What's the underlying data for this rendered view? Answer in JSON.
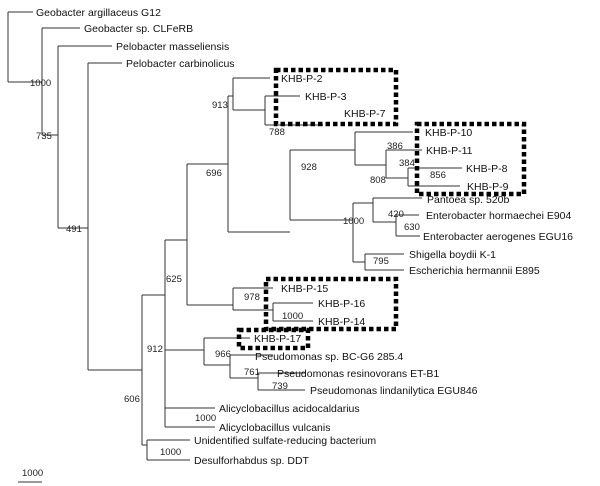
{
  "tree": {
    "taxa": [
      {
        "id": "t1",
        "label": "Geobacter argillaceus G12"
      },
      {
        "id": "t2",
        "label": "Geobacter sp. CLFeRB"
      },
      {
        "id": "t3",
        "label": "Pelobacter masseliensis"
      },
      {
        "id": "t4",
        "label": "Pelobacter carbinolicus"
      },
      {
        "id": "t5",
        "label": "KHB-P-2"
      },
      {
        "id": "t6",
        "label": "KHB-P-3"
      },
      {
        "id": "t7",
        "label": "KHB-P-7"
      },
      {
        "id": "t8",
        "label": "KHB-P-10"
      },
      {
        "id": "t9",
        "label": "KHB-P-11"
      },
      {
        "id": "t10",
        "label": "KHB-P-8"
      },
      {
        "id": "t11",
        "label": "KHB-P-9"
      },
      {
        "id": "t12",
        "label": "Pantoea sp. 520b"
      },
      {
        "id": "t13",
        "label": "Enterobacter hormaechei E904"
      },
      {
        "id": "t14",
        "label": "Enterobacter aerogenes EGU16"
      },
      {
        "id": "t15",
        "label": "Shigella boydii K-1"
      },
      {
        "id": "t16",
        "label": "Escherichia hermannii E895"
      },
      {
        "id": "t17",
        "label": "KHB-P-15"
      },
      {
        "id": "t18",
        "label": "KHB-P-16"
      },
      {
        "id": "t19",
        "label": "KHB-P-14"
      },
      {
        "id": "t20",
        "label": "KHB-P-17"
      },
      {
        "id": "t21",
        "label": "Pseudomonas sp. BC-G6 285.4"
      },
      {
        "id": "t22",
        "label": "Pseudomonas resinovorans ET-B1"
      },
      {
        "id": "t23",
        "label": "Pseudomonas lindanilytica EGU846"
      },
      {
        "id": "t24",
        "label": "Alicyclobacillus acidocaldarius"
      },
      {
        "id": "t25",
        "label": "Alicyclobacillus vulcanis"
      },
      {
        "id": "t26",
        "label": "Unidentified sulfate-reducing bacterium"
      },
      {
        "id": "t27",
        "label": "Desulforhabdus sp. DDT"
      }
    ],
    "bootstrap": [
      {
        "id": "b1",
        "value": "1000"
      },
      {
        "id": "b2",
        "value": "735"
      },
      {
        "id": "b3",
        "value": "491"
      },
      {
        "id": "b4",
        "value": "913"
      },
      {
        "id": "b5",
        "value": "788"
      },
      {
        "id": "b6",
        "value": "928"
      },
      {
        "id": "b7",
        "value": "386"
      },
      {
        "id": "b8",
        "value": "384"
      },
      {
        "id": "b9",
        "value": "856"
      },
      {
        "id": "b10",
        "value": "808"
      },
      {
        "id": "b11",
        "value": "420"
      },
      {
        "id": "b12",
        "value": "630"
      },
      {
        "id": "b13",
        "value": "1000"
      },
      {
        "id": "b14",
        "value": "795"
      },
      {
        "id": "b15",
        "value": "696"
      },
      {
        "id": "b16",
        "value": "978"
      },
      {
        "id": "b17",
        "value": "1000"
      },
      {
        "id": "b18",
        "value": "625"
      },
      {
        "id": "b19",
        "value": "912"
      },
      {
        "id": "b20",
        "value": "966"
      },
      {
        "id": "b21",
        "value": "761"
      },
      {
        "id": "b22",
        "value": "739"
      },
      {
        "id": "b23",
        "value": "606"
      },
      {
        "id": "b24",
        "value": "1000"
      },
      {
        "id": "b25",
        "value": "1000"
      }
    ],
    "scale_bar_label": "1000"
  }
}
